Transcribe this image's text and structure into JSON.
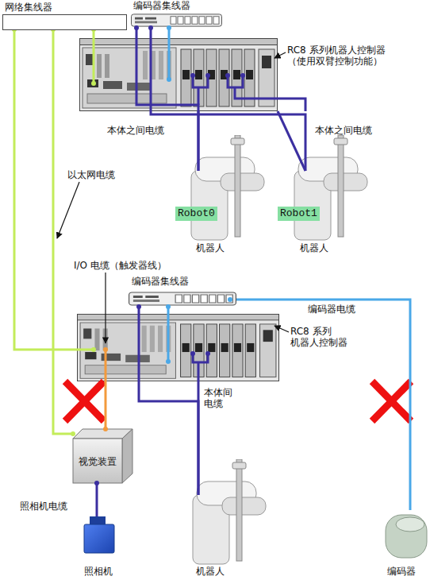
{
  "diagram": {
    "nodes": [
      {
        "text": [
          "网络集线器"
        ]
      },
      {
        "text": [
          "编码器集线器"
        ]
      },
      {
        "text": [
          "RC8 系列机器人控制器 （使用双臂控制功能）"
        ]
      },
      {
        "text": [
          "Robot0",
          "机器人"
        ]
      },
      {
        "text": [
          "Robot1",
          "机器人"
        ]
      },
      {
        "text": [
          "编码器集线器"
        ]
      },
      {
        "text": [
          "RC8 系列 机器人控制器"
        ]
      },
      {
        "text": [
          "视觉装置"
        ]
      },
      {
        "text": [
          "照相机"
        ]
      },
      {
        "text": [
          "机器人"
        ]
      },
      {
        "text": [
          "编码器"
        ]
      }
    ],
    "edges": [
      {
        "from": 0,
        "to": 2,
        "arrow": "none"
      },
      {
        "from": 0,
        "to": 6,
        "arrow": "none"
      },
      {
        "from": 0,
        "to": 7,
        "arrow": "none"
      },
      {
        "from": 1,
        "to": 2,
        "arrow": "none"
      },
      {
        "from": 1,
        "to": 3,
        "arrow": "none"
      },
      {
        "from": 1,
        "to": 4,
        "arrow": "none"
      },
      {
        "from": 2,
        "to": 3,
        "label": "本体之间电缆",
        "arrow": "none"
      },
      {
        "from": 2,
        "to": 4,
        "label": "本体之间电缆",
        "arrow": "none"
      },
      {
        "from": 5,
        "to": 6,
        "arrow": "none"
      },
      {
        "from": 5,
        "to": 9,
        "arrow": "none"
      },
      {
        "from": 6,
        "to": 9,
        "label": "本体间 电缆",
        "arrow": "none"
      },
      {
        "from": 5,
        "to": 10,
        "label": "编码器电缆",
        "arrow": "none"
      },
      {
        "from": 6,
        "to": 7,
        "label": "I/O 电缆（触发器线）",
        "arrow": "none"
      },
      {
        "from": 7,
        "to": 8,
        "label": "照相机电缆",
        "arrow": "none"
      }
    ],
    "labels": [
      "以太网电缆"
    ]
  }
}
